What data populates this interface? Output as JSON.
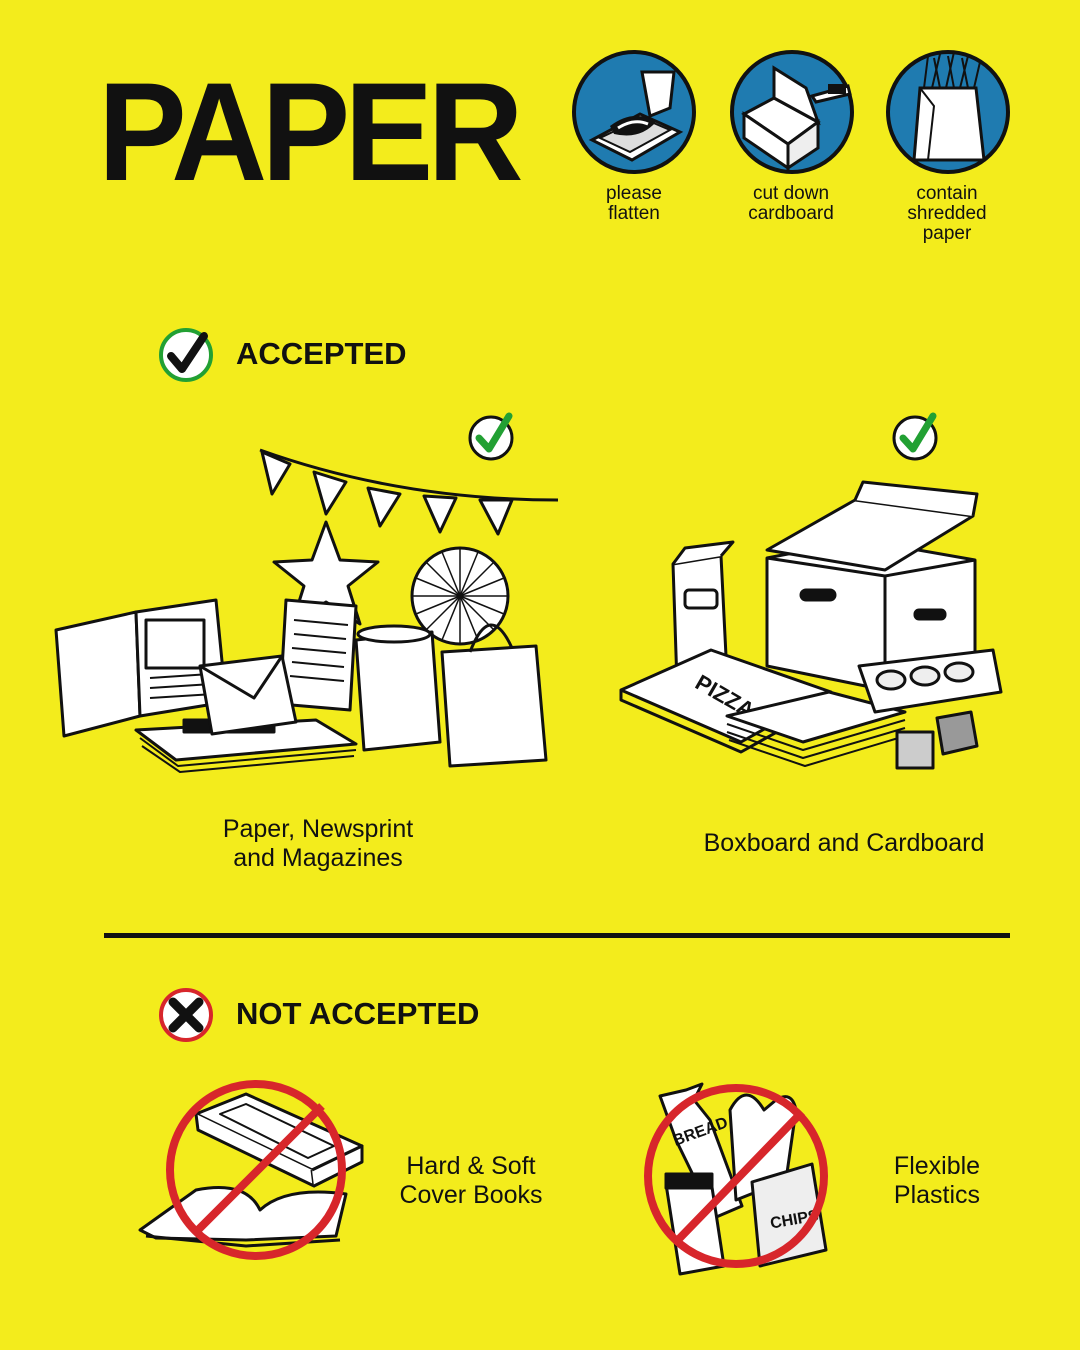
{
  "page_title": "PAPER",
  "tips": [
    {
      "icon": "flatten-icon",
      "label": "please\nflatten"
    },
    {
      "icon": "cut-cardboard-icon",
      "label": "cut down\ncardboard"
    },
    {
      "icon": "shredded-paper-bag-icon",
      "label": "contain\nshredded\npaper"
    }
  ],
  "accepted": {
    "heading": "ACCEPTED",
    "items": [
      {
        "label": "Paper, Newsprint\nand Magazines"
      },
      {
        "label": "Boxboard and Cardboard"
      }
    ]
  },
  "not_accepted": {
    "heading": "NOT ACCEPTED",
    "items": [
      {
        "label": "Hard & Soft\nCover Books"
      },
      {
        "label": "Flexible\nPlastics"
      }
    ]
  },
  "illustration_text": {
    "pizza": "PIZZA",
    "bread": "BREAD",
    "chips": "CHIPS"
  },
  "colors": {
    "background": "#f3ec1c",
    "tip_circle": "#1f7bb0",
    "check": "#22a033",
    "no_sign": "#d7262b",
    "ink": "#111111"
  }
}
